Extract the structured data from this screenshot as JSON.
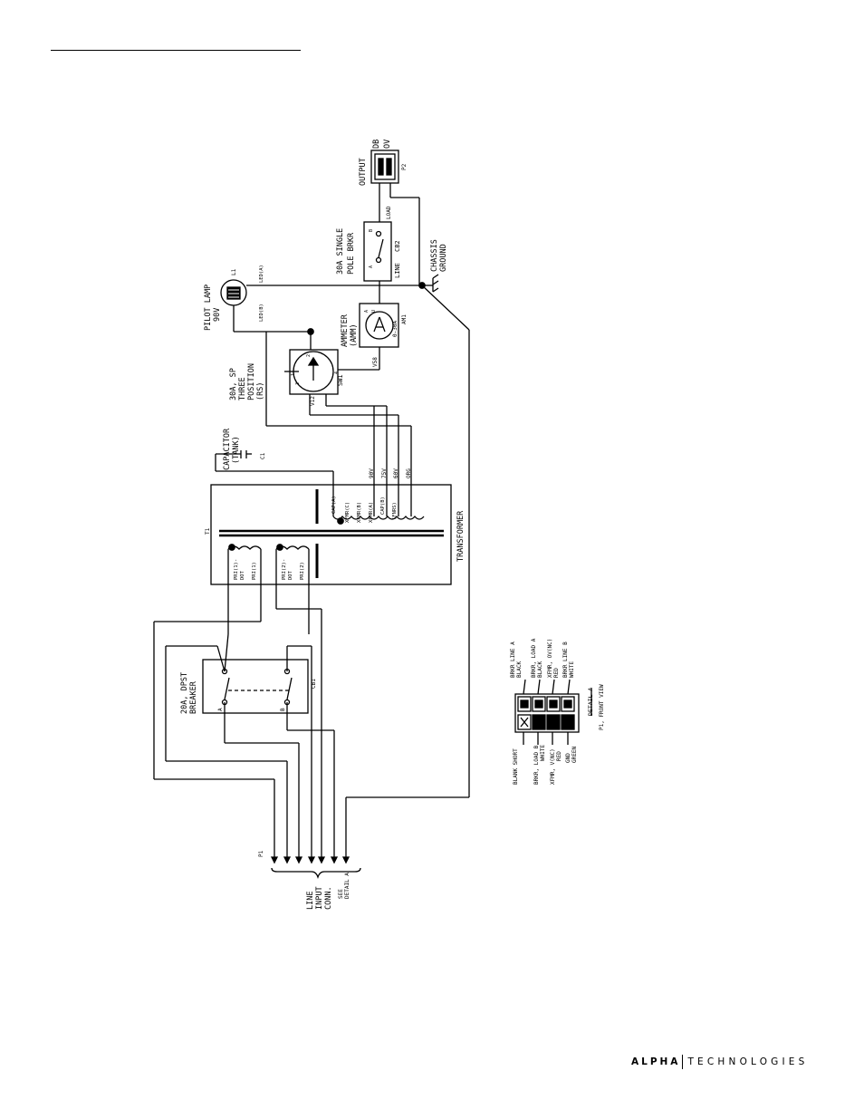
{
  "labels": {
    "output": [
      "OUTPUT",
      "DB",
      "OV"
    ],
    "p2": "P2",
    "brkr30": [
      "30A SINGLE",
      "POLE BRKR"
    ],
    "brkr30_line": "LINE",
    "brkr30_cb2": "CB2",
    "brkr30_load": "LOAD",
    "brkr30_a": "A",
    "brkr30_b": "B",
    "chassis": [
      "CHASSIS",
      "GROUND"
    ],
    "pilot": [
      "PILOT LAMP",
      "90V"
    ],
    "l1": "L1",
    "led_a": "LED(A)",
    "led_b": "LED(B)",
    "ammeter": [
      "AMMETER",
      "(AMM)"
    ],
    "am1": "AM1",
    "am_range": "0-30A",
    "am_a": "A",
    "am_u": "U",
    "sw_title": [
      "30A, SP",
      "THREE",
      "POSITION",
      "(RS)"
    ],
    "sw1": "SW1",
    "sw_pins": [
      "1",
      "2",
      "3",
      "4"
    ],
    "v12": "V12",
    "v58": "V58",
    "capacitor": [
      "CAPACITOR",
      "(TANK)"
    ],
    "c1": "C1",
    "volts": [
      "90V",
      "75V",
      "60V",
      "ORG"
    ],
    "taps": [
      "CAP(A)",
      "XFMR(C)",
      "XFMR(B)",
      "XFMR(A)",
      "CAP(B)",
      "(FNRS)"
    ],
    "transformer": "TRANSFORMER",
    "t1": "T1",
    "pri1": [
      "PRI(1)-",
      "DOT",
      "PRI(1)"
    ],
    "pri2": [
      "PRI(2)-",
      "DOT",
      "PRI(2)"
    ],
    "brkr20": [
      "20A, DPST",
      "BREAKER"
    ],
    "cb1": "CB1",
    "cb1_a": "A",
    "cb1_b": "B",
    "p1": "P1",
    "line_input": [
      "LINE",
      "INPUT",
      "CONN."
    ],
    "see_detail": [
      "SEE",
      "DETAIL A"
    ],
    "detail_right": [
      "BRKR LINE A",
      "BLACK",
      "BRKR, LOAD A",
      "BLACK",
      "XFMR, OV(NC)",
      "RED",
      "BRKR LINE B",
      "WHITE"
    ],
    "detail_left": [
      "BLANK SHORT",
      "BRKR, LOAD B",
      "WHITE",
      "XFMR, V(NC)",
      "RED",
      "GND",
      "GREEN"
    ],
    "detail_caption": [
      "DETAIL A",
      "P1, FRONT VIEW"
    ]
  },
  "footer": {
    "brand": "ALPHA",
    "tagline": "TECHNOLOGIES"
  }
}
